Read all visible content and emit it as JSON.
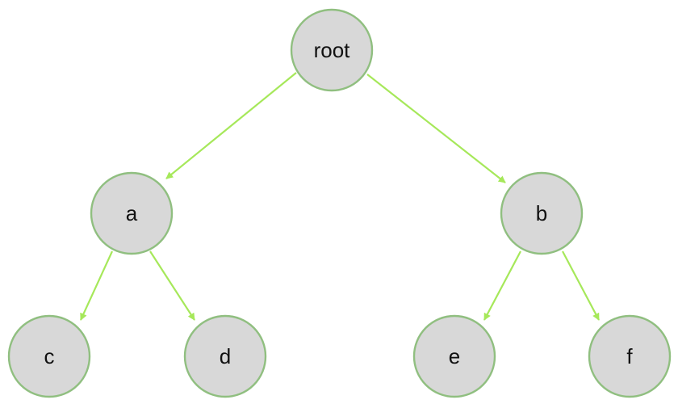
{
  "diagram": {
    "type": "tree",
    "nodes": [
      {
        "id": "root",
        "label": "root"
      },
      {
        "id": "a",
        "label": "a"
      },
      {
        "id": "b",
        "label": "b"
      },
      {
        "id": "c",
        "label": "c"
      },
      {
        "id": "d",
        "label": "d"
      },
      {
        "id": "e",
        "label": "e"
      },
      {
        "id": "f",
        "label": "f"
      }
    ],
    "edges": [
      {
        "from": "root",
        "to": "a"
      },
      {
        "from": "root",
        "to": "b"
      },
      {
        "from": "a",
        "to": "c"
      },
      {
        "from": "a",
        "to": "d"
      },
      {
        "from": "b",
        "to": "e"
      },
      {
        "from": "b",
        "to": "f"
      }
    ],
    "colors": {
      "node_fill": "#d8d8d8",
      "node_stroke": "#90bf80",
      "edge": "#a6e85a",
      "label": "#111111"
    }
  }
}
